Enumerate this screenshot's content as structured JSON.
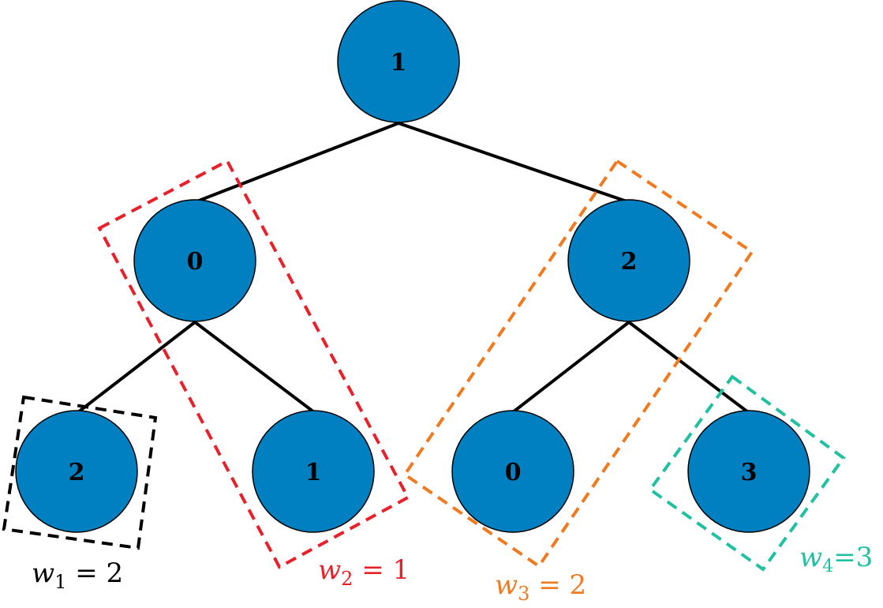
{
  "nodes": {
    "root": "1",
    "left": "0",
    "right": "2",
    "left_left": "2",
    "left_right": "1",
    "right_left": "0",
    "right_right": "3"
  },
  "labels": {
    "w1": {
      "var": "w",
      "sub": "1",
      "eq": " = 2"
    },
    "w2": {
      "var": "w",
      "sub": "2",
      "eq": " = 1"
    },
    "w3": {
      "var": "w",
      "sub": "3",
      "eq": " = 2"
    },
    "w4": {
      "var": "w",
      "sub": "4",
      "eq": "=3"
    }
  },
  "colors": {
    "node_fill": "#0080c0",
    "w1": "#000000",
    "w2": "#e8202a",
    "w3": "#f07a20",
    "w4": "#20c0a0"
  }
}
